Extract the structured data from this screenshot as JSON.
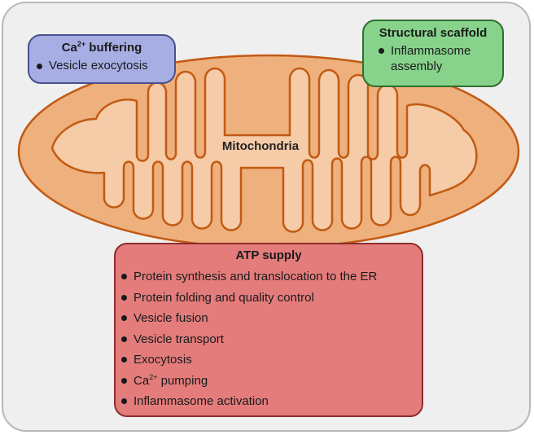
{
  "organelle": {
    "label": "Mitochondria"
  },
  "calcium_box": {
    "title": "Ca²⁺ buffering",
    "items": [
      "Vesicle exocytosis"
    ]
  },
  "scaffold_box": {
    "title": "Structural scaffold",
    "items": [
      "Inflammasome assembly"
    ]
  },
  "atp_box": {
    "title": "ATP supply",
    "items": [
      "Protein synthesis and translocation to the ER",
      "Protein folding and quality control",
      "Vesicle fusion",
      "Vesicle transport",
      "Exocytosis",
      "Ca²⁺ pumping",
      "Inflammasome activation"
    ]
  },
  "colors": {
    "outer_membrane_fill": "#eeb07d",
    "inner_fill": "#f5cba8",
    "membrane_stroke": "#c25a12",
    "calcium_box_fill": "#a6aee4",
    "scaffold_box_fill": "#88d38c",
    "atp_box_fill": "#e47c7c"
  }
}
